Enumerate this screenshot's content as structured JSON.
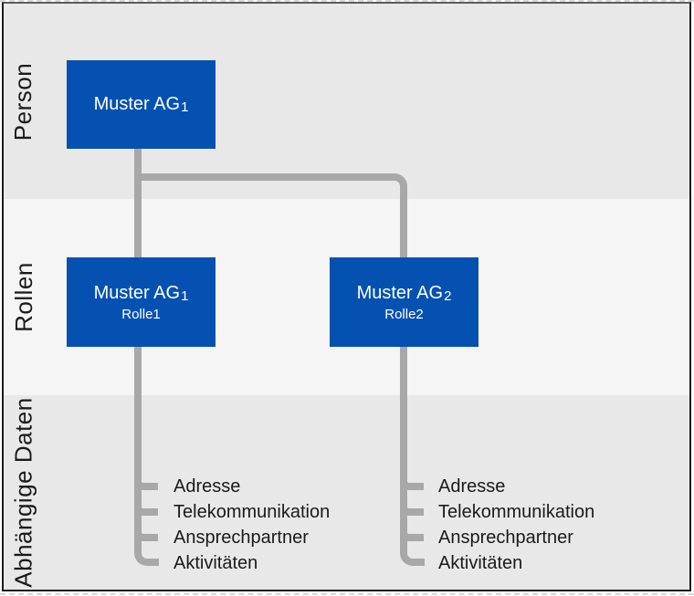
{
  "bands": {
    "person": {
      "label": "Person"
    },
    "rollen": {
      "label": "Rollen"
    },
    "daten": {
      "label": "Abhängige Daten"
    }
  },
  "nodes": {
    "person": {
      "name": "Muster AG",
      "sub": "1"
    },
    "role1": {
      "name": "Muster AG",
      "sub": "1",
      "role": "Rolle1"
    },
    "role2": {
      "name": "Muster AG",
      "sub": "2",
      "role": "Rolle2"
    }
  },
  "dependent_items": [
    "Adresse",
    "Telekommunikation",
    "Ansprechpartner",
    "Aktivitäten"
  ],
  "colors": {
    "node_blue": "#0551b2",
    "connector_gray": "#a8a8a8",
    "band_dark": "#e8e8e8",
    "band_light": "#f5f5f5",
    "text_dark": "#1a1a1a",
    "border_dark": "#1c1c1c"
  }
}
